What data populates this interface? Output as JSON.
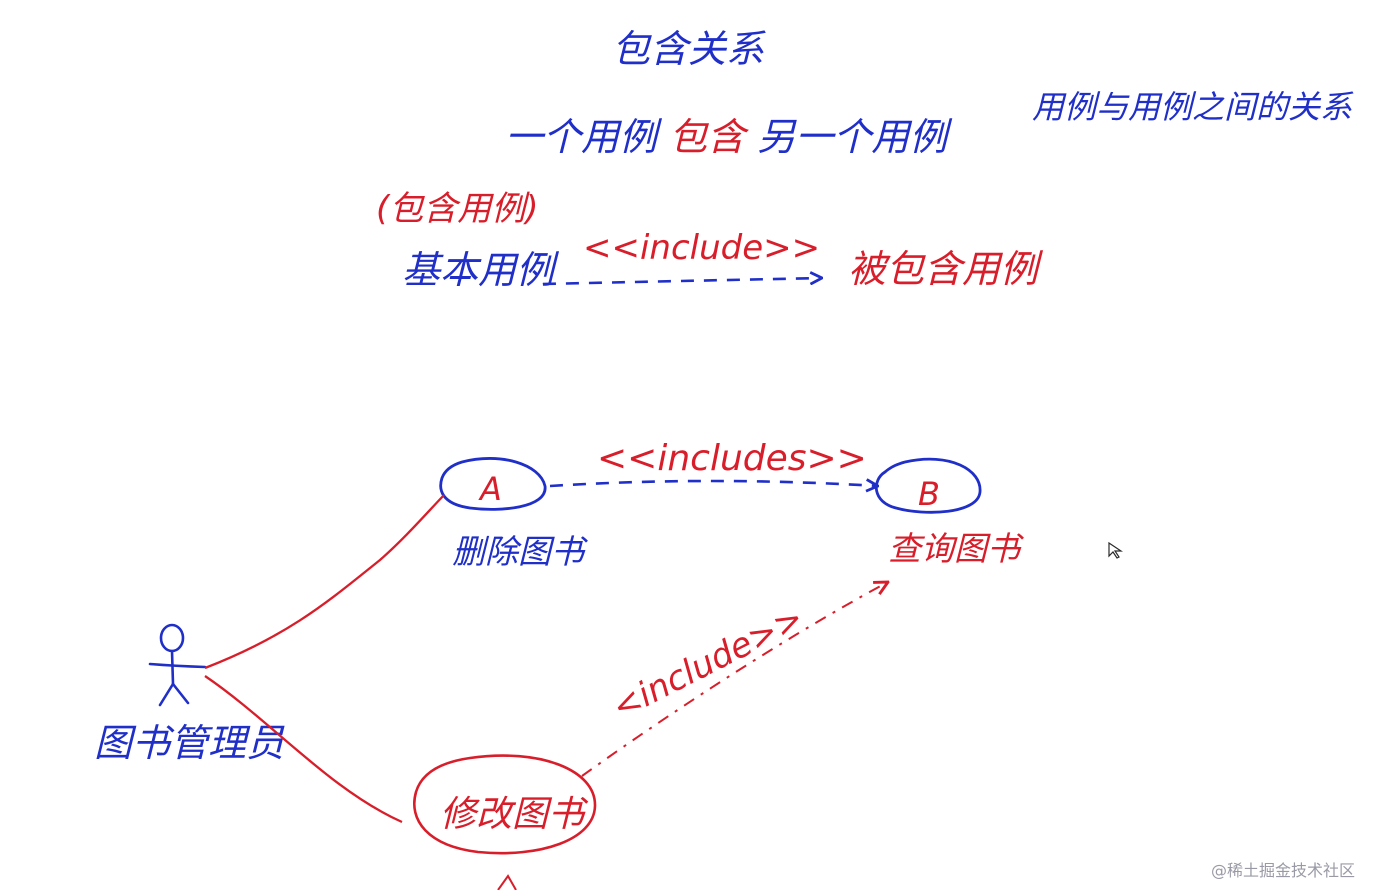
{
  "colors": {
    "blue_ink": "#1f2fc8",
    "red_ink": "#d81e2a",
    "background": "#ffffff"
  },
  "header": {
    "title": "包含关系",
    "side_note": "用例与用例之间的关系"
  },
  "definition": {
    "sentence_part1": "一个用例",
    "sentence_keyword": "包含",
    "sentence_part2": "另一个用例",
    "included_label": "(包含用例)",
    "base_use_case": "基本用例",
    "stereotype": "<<include>>",
    "included_use_case": "被包含用例"
  },
  "example": {
    "actor_name": "图书管理员",
    "use_case_a_letter": "A",
    "use_case_a_name": "删除图书",
    "use_case_b_letter": "B",
    "use_case_b_name": "查询图书",
    "use_case_c_name": "修改图书",
    "stereotype_a_to_b": "<<includes>>",
    "stereotype_c_to_b": "<include>>"
  },
  "footer": {
    "watermark": "@稀土掘金技术社区"
  }
}
